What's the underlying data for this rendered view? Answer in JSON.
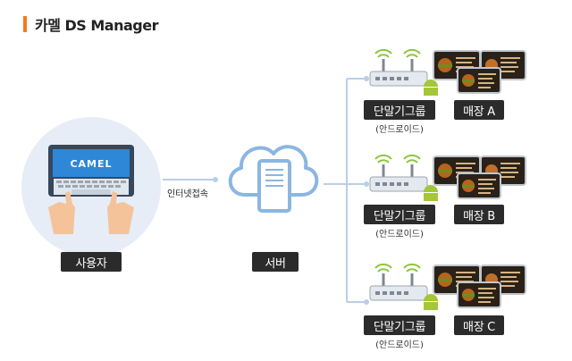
{
  "header": {
    "title": "카멜 DS Manager",
    "accent": "#f47920"
  },
  "user": {
    "label": "사용자",
    "laptop_logo": "CAMEL",
    "icon": "laptop-icon"
  },
  "connection": {
    "label": "인터넷접속"
  },
  "server": {
    "label": "서버",
    "icon": "cloud-server-icon"
  },
  "branches": [
    {
      "device_label": "단말기그룹",
      "device_sub": "(안드로이드)",
      "store_label": "매장 A"
    },
    {
      "device_label": "단말기그룹",
      "device_sub": "(안드로이드)",
      "store_label": "매장 B"
    },
    {
      "device_label": "단말기그룹",
      "device_sub": "(안드로이드)",
      "store_label": "매장 C"
    }
  ],
  "colors": {
    "line": "#b8cfe6",
    "router_signal": "#8cc63f",
    "android": "#a4c639",
    "label_bg": "#2b2b2b",
    "screen_bg": "#2a2118"
  }
}
